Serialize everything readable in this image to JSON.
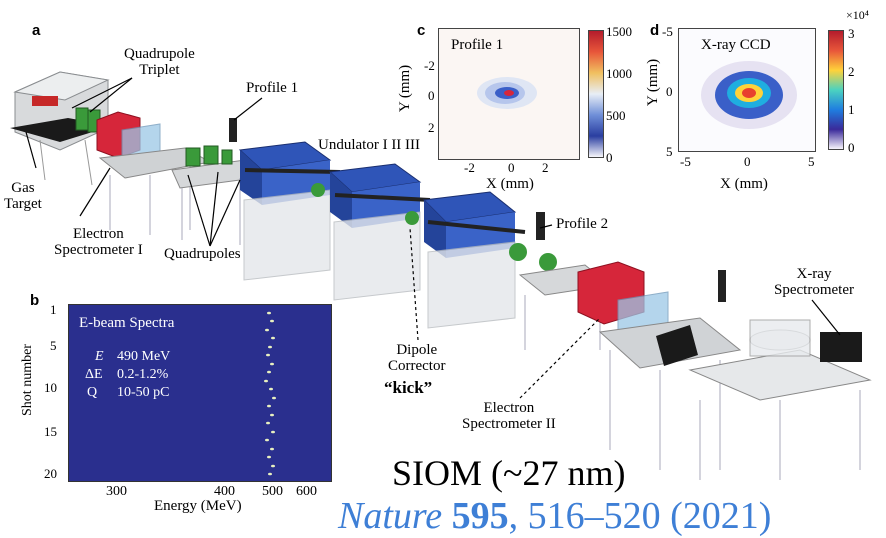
{
  "panels": {
    "a": "a",
    "b": "b",
    "c": "c",
    "d": "d"
  },
  "labels": {
    "quadrupole_triplet": [
      "Quadrupole",
      "Triplet"
    ],
    "profile1": "Profile 1",
    "undulator": "Undulator I II III",
    "gas_target": [
      "Gas",
      "Target"
    ],
    "electron_spec1": [
      "Electron",
      "Spectrometer I"
    ],
    "quadrupoles": "Quadrupoles",
    "profile2": "Profile 2",
    "xray_spec": [
      "X-ray",
      "Spectrometer"
    ],
    "dipole": [
      "Dipole",
      "Corrector"
    ],
    "kick": "“kick”",
    "electron_spec2": [
      "Electron",
      "Spectrometer II"
    ]
  },
  "panel_c": {
    "title": "Profile 1",
    "xlabel": "X (mm)",
    "ylabel": "Y (mm)",
    "xticks": [
      "-2",
      "0",
      "2"
    ],
    "yticks": [
      "-2",
      "0",
      "2"
    ],
    "cbar_ticks": [
      "1500",
      "1000",
      "500",
      "0"
    ]
  },
  "panel_d": {
    "title": "X-ray CCD",
    "xlabel": "X (mm)",
    "ylabel": "Y (mm)",
    "xticks": [
      "-5",
      "0",
      "5"
    ],
    "yticks": [
      "-5",
      "0",
      "5"
    ],
    "cbar_ticks": [
      "3",
      "2",
      "1",
      "0"
    ],
    "cbar_exp": "×10⁴"
  },
  "panel_b": {
    "title": "E-beam Spectra",
    "line1_sym": "E",
    "line1_val": "490 MeV",
    "line2_sym": "ΔE",
    "line2_val": "0.2-1.2%",
    "line3_sym": "Q",
    "line3_val": "10-50 pC",
    "ylabel": "Shot number",
    "xlabel": "Energy (MeV)",
    "yticks": [
      "1",
      "5",
      "10",
      "15",
      "20"
    ],
    "xticks": [
      "300",
      "400",
      "500",
      "600"
    ]
  },
  "siom": "SIOM (~27 nm)",
  "citation": {
    "journal": "Nature",
    "volume": "595",
    "pages": ", 516–520 (2021)"
  },
  "colors": {
    "magnet_blue": "#2f55b8",
    "spectrometer_red": "#d6263a",
    "quad_green": "#3a9a3a",
    "spectra_bg": "#2a2f8e",
    "citation_blue": "#3e7fd6"
  }
}
